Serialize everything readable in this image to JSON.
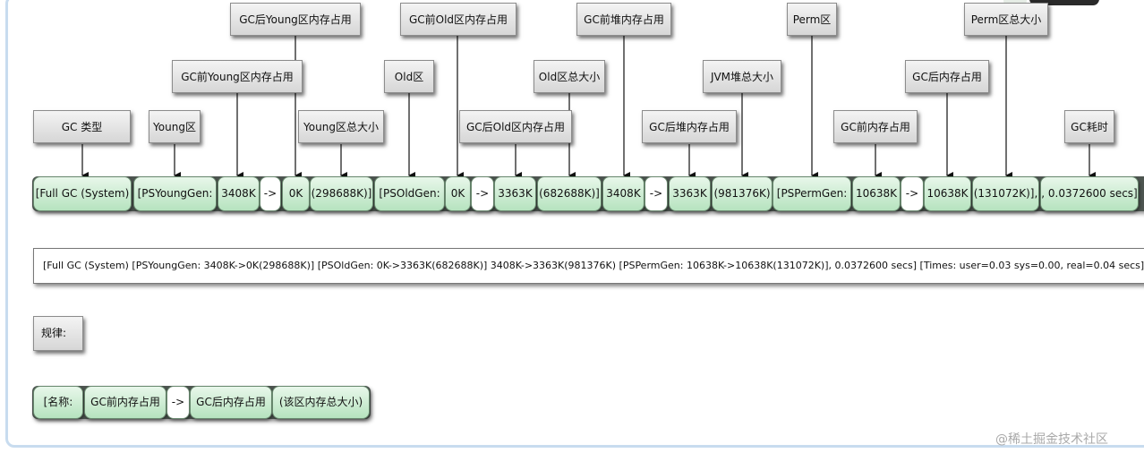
{
  "labels": {
    "gc_type": "GC 类型",
    "young": "Young区",
    "young_before": "GC前Young区内存占用",
    "young_after": "GC后Young区内存占用",
    "young_total": "Young区总大小",
    "old": "Old区",
    "old_before": "GC前Old区内存占用",
    "old_after": "GC后Old区内存占用",
    "old_total": "Old区总大小",
    "heap_before": "GC前堆内存占用",
    "heap_after": "GC后堆内存占用",
    "jvm_heap_total": "JVM堆总大小",
    "perm": "Perm区",
    "mem_before": "GC前内存占用",
    "mem_after": "GC后内存占用",
    "perm_total": "Perm区总大小",
    "gc_time": "GC耗时"
  },
  "segments": [
    "[Full GC (System)",
    "[PSYoungGen:",
    "3408K",
    "->",
    "0K",
    "(298688K)]",
    "[PSOldGen:",
    "0K",
    "->",
    "3363K",
    "(682688K)]",
    "3408K",
    "->",
    "3363K",
    "(981376K)",
    "[PSPermGen:",
    "10638K",
    "->",
    "10638K",
    "(131072K)],",
    ", 0.0372600 secs]"
  ],
  "log_line": "[Full GC (System) [PSYoungGen: 3408K->0K(298688K)] [PSOldGen: 0K->3363K(682688K)] 3408K->3363K(981376K) [PSPermGen: 10638K->10638K(131072K)], 0.0372600 secs] [Times: user=0.03 sys=0.00, real=0.04 secs]",
  "rule": {
    "title": "规律:",
    "segments": [
      "[名称:",
      "GC前内存占用",
      "->",
      "GC后内存占用",
      "(该区内存总大小)"
    ]
  },
  "watermark": "@稀土掘金技术社区"
}
